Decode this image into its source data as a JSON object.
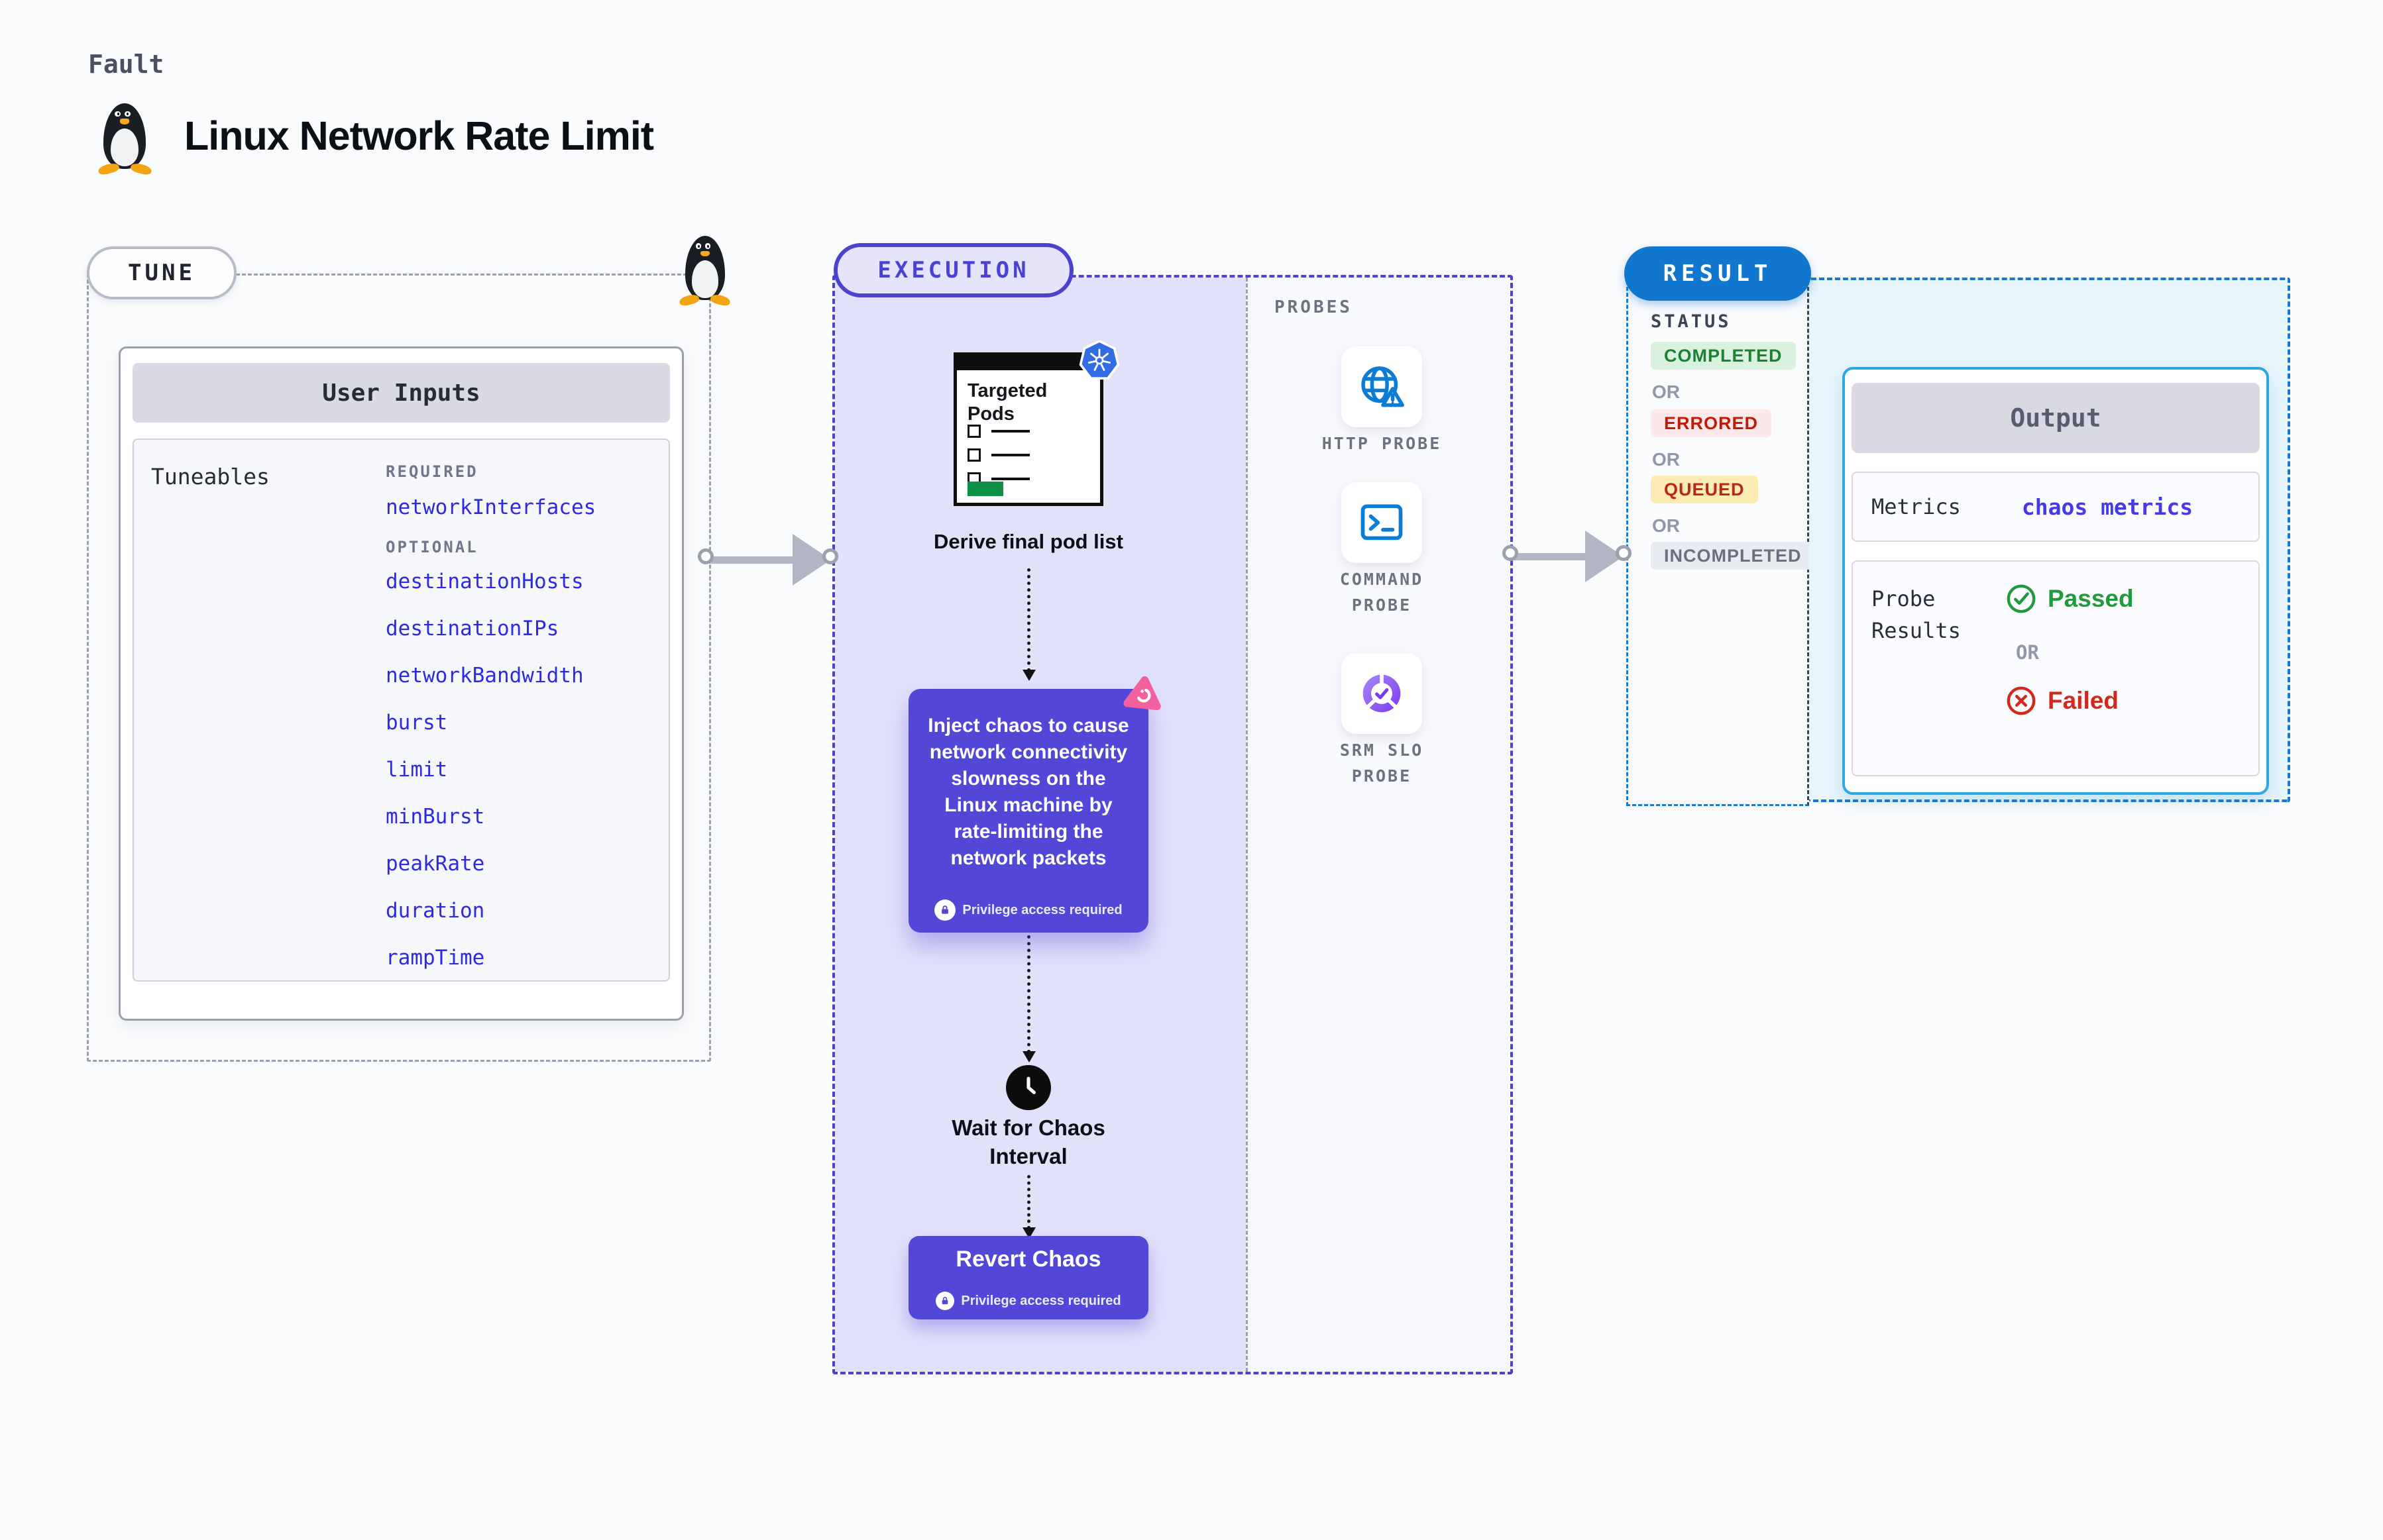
{
  "header": {
    "eyebrow": "Fault",
    "title": "Linux Network Rate Limit"
  },
  "tune": {
    "pill": "TUNE",
    "panel_title": "User Inputs",
    "tuneables_label": "Tuneables",
    "required_label": "REQUIRED",
    "optional_label": "OPTIONAL",
    "required_items": [
      "networkInterfaces"
    ],
    "optional_items": [
      "destinationHosts",
      "destinationIPs",
      "networkBandwidth",
      "burst",
      "limit",
      "minBurst",
      "peakRate",
      "duration",
      "rampTime"
    ]
  },
  "execution": {
    "pill": "EXECUTION",
    "pods_card_title": "Targeted Pods",
    "derive_label": "Derive final pod list",
    "inject_text": "Inject chaos to cause network connectivity slowness on the Linux machine by rate-limiting the network packets",
    "privilege_label": "Privilege access required",
    "wait_label": "Wait for Chaos Interval",
    "revert_label": "Revert Chaos"
  },
  "probes": {
    "label": "PROBES",
    "items": [
      {
        "label": "HTTP PROBE",
        "icon": "globe-alert-icon"
      },
      {
        "label": "COMMAND PROBE",
        "icon": "terminal-icon"
      },
      {
        "label": "SRM SLO PROBE",
        "icon": "slo-donut-icon"
      }
    ]
  },
  "result": {
    "pill": "RESULT",
    "status_label": "STATUS",
    "or_label": "OR",
    "statuses": [
      {
        "label": "COMPLETED",
        "color": "#1d8035",
        "bg": "#d9f2dd"
      },
      {
        "label": "ERRORED",
        "color": "#c11a09",
        "bg": "#fbe9e9"
      },
      {
        "label": "QUEUED",
        "color": "#bf2418",
        "bg": "#fcecb4"
      },
      {
        "label": "INCOMPLETED",
        "color": "#6b7080",
        "bg": "#e9ebf2"
      }
    ],
    "output": {
      "title": "Output",
      "metrics_label": "Metrics",
      "metrics_link": "chaos metrics",
      "probe_results_label": "Probe Results",
      "passed_label": "Passed",
      "failed_label": "Failed",
      "or_label": "OR"
    }
  },
  "colors": {
    "accent_indigo": "#4b43cd",
    "chaos_purple": "#5347d7",
    "result_blue": "#1176cd",
    "output_border_cyan": "#2aa9e2",
    "tuneable_link_blue": "#2d2ae2",
    "passed_green": "#1f9a3c",
    "failed_red": "#d2291c",
    "kubernetes_blue": "#326ce5",
    "litmus_pink": "#f2619e"
  }
}
